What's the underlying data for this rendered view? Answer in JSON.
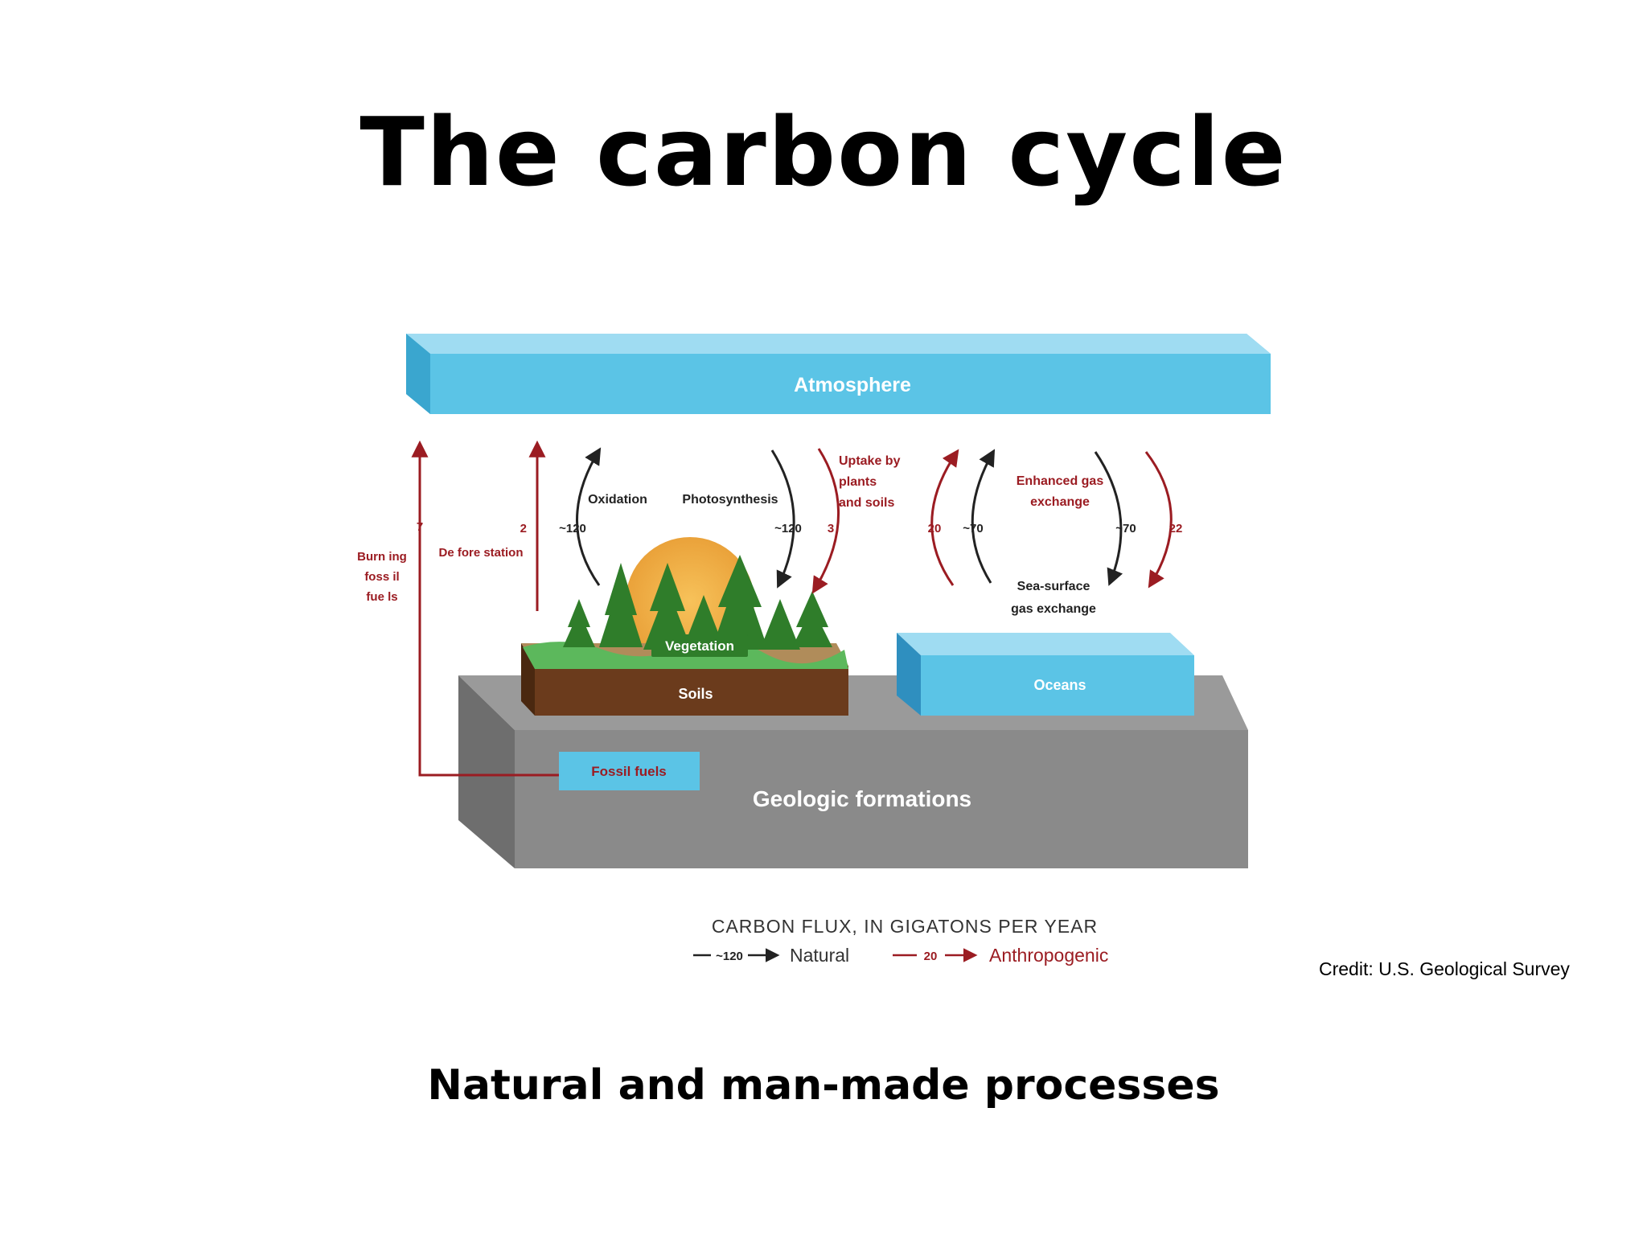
{
  "title": "The carbon cycle",
  "subtitle": "Natural and man-made processes",
  "credit": "Credit: U.S. Geological Survey",
  "colors": {
    "natural": "#222222",
    "anthropogenic": "#9b1c22",
    "water": "#5bc4e6",
    "rock": "#8a8a8a",
    "soil": "#6b3b1c",
    "vegetation": "#2f7d2a"
  },
  "reservoirs": {
    "atmosphere": "Atmosphere",
    "vegetation": "Vegetation",
    "soils": "Soils",
    "oceans": "Oceans",
    "fossil_fuels": "Fossil fuels",
    "geologic": "Geologic formations"
  },
  "fluxes": {
    "burning_label": [
      "Burn ing",
      "foss il",
      "fue ls"
    ],
    "burning_value": "7",
    "deforestation_label": "De fore station",
    "deforestation_value": "2",
    "oxidation_label": "Oxidation",
    "oxidation_value": "~120",
    "photosynthesis_label": "Photosynthesis",
    "photosynthesis_value": "~120",
    "uptake_label": [
      "Uptake by",
      "plants",
      "and soils"
    ],
    "uptake_value": "3",
    "enhanced_label": [
      "Enhanced gas",
      "exchange"
    ],
    "enhanced_up_value": "20",
    "enhanced_down_value": "22",
    "seasurface_label": [
      "Sea-surface",
      "gas exchange"
    ],
    "seasurface_up_value": "~70",
    "seasurface_down_value": "~70"
  },
  "legend": {
    "title": "CARBON FLUX, IN GIGATONS PER YEAR",
    "natural_sample": "~120",
    "natural_label": "Natural",
    "anthro_sample": "20",
    "anthro_label": "Anthropogenic"
  }
}
